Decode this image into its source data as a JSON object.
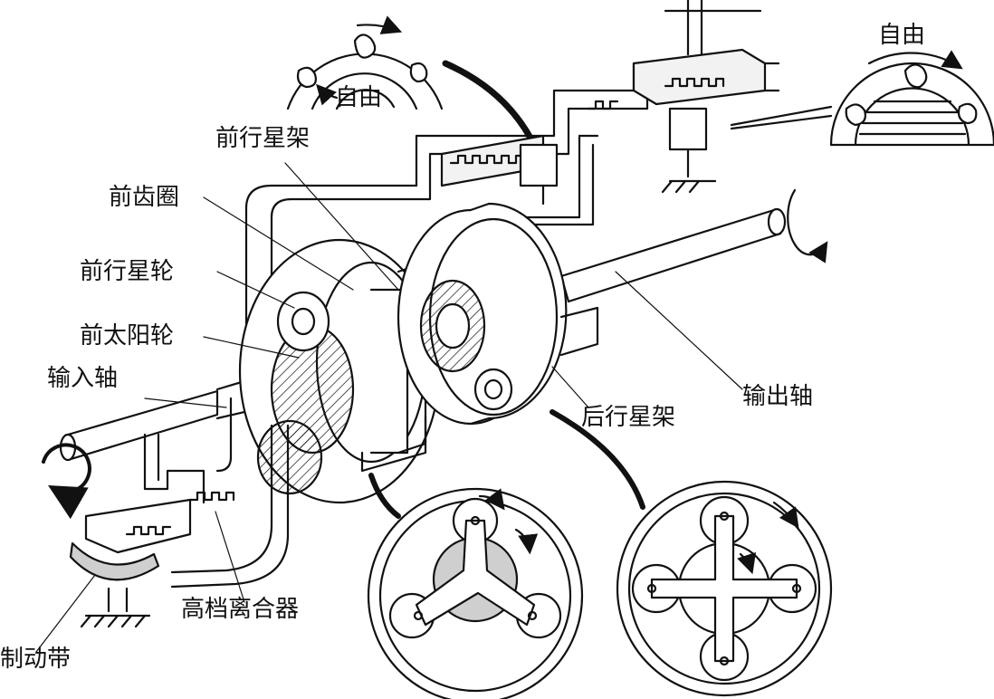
{
  "labels": {
    "free_left": "自由",
    "free_right": "自由",
    "front_carrier": "前行星架",
    "front_ring": "前齿圈",
    "front_planet": "前行星轮",
    "front_sun": "前太阳轮",
    "input_shaft": "输入轴",
    "output_shaft": "输出轴",
    "rear_carrier": "后行星架",
    "high_clutch": "高档离合器",
    "brake_band": "制动带"
  },
  "colors": {
    "line": "#111111",
    "fill_light": "#e6e6e6",
    "fill_mid": "#cfcfcf",
    "paper": "#ffffff"
  }
}
